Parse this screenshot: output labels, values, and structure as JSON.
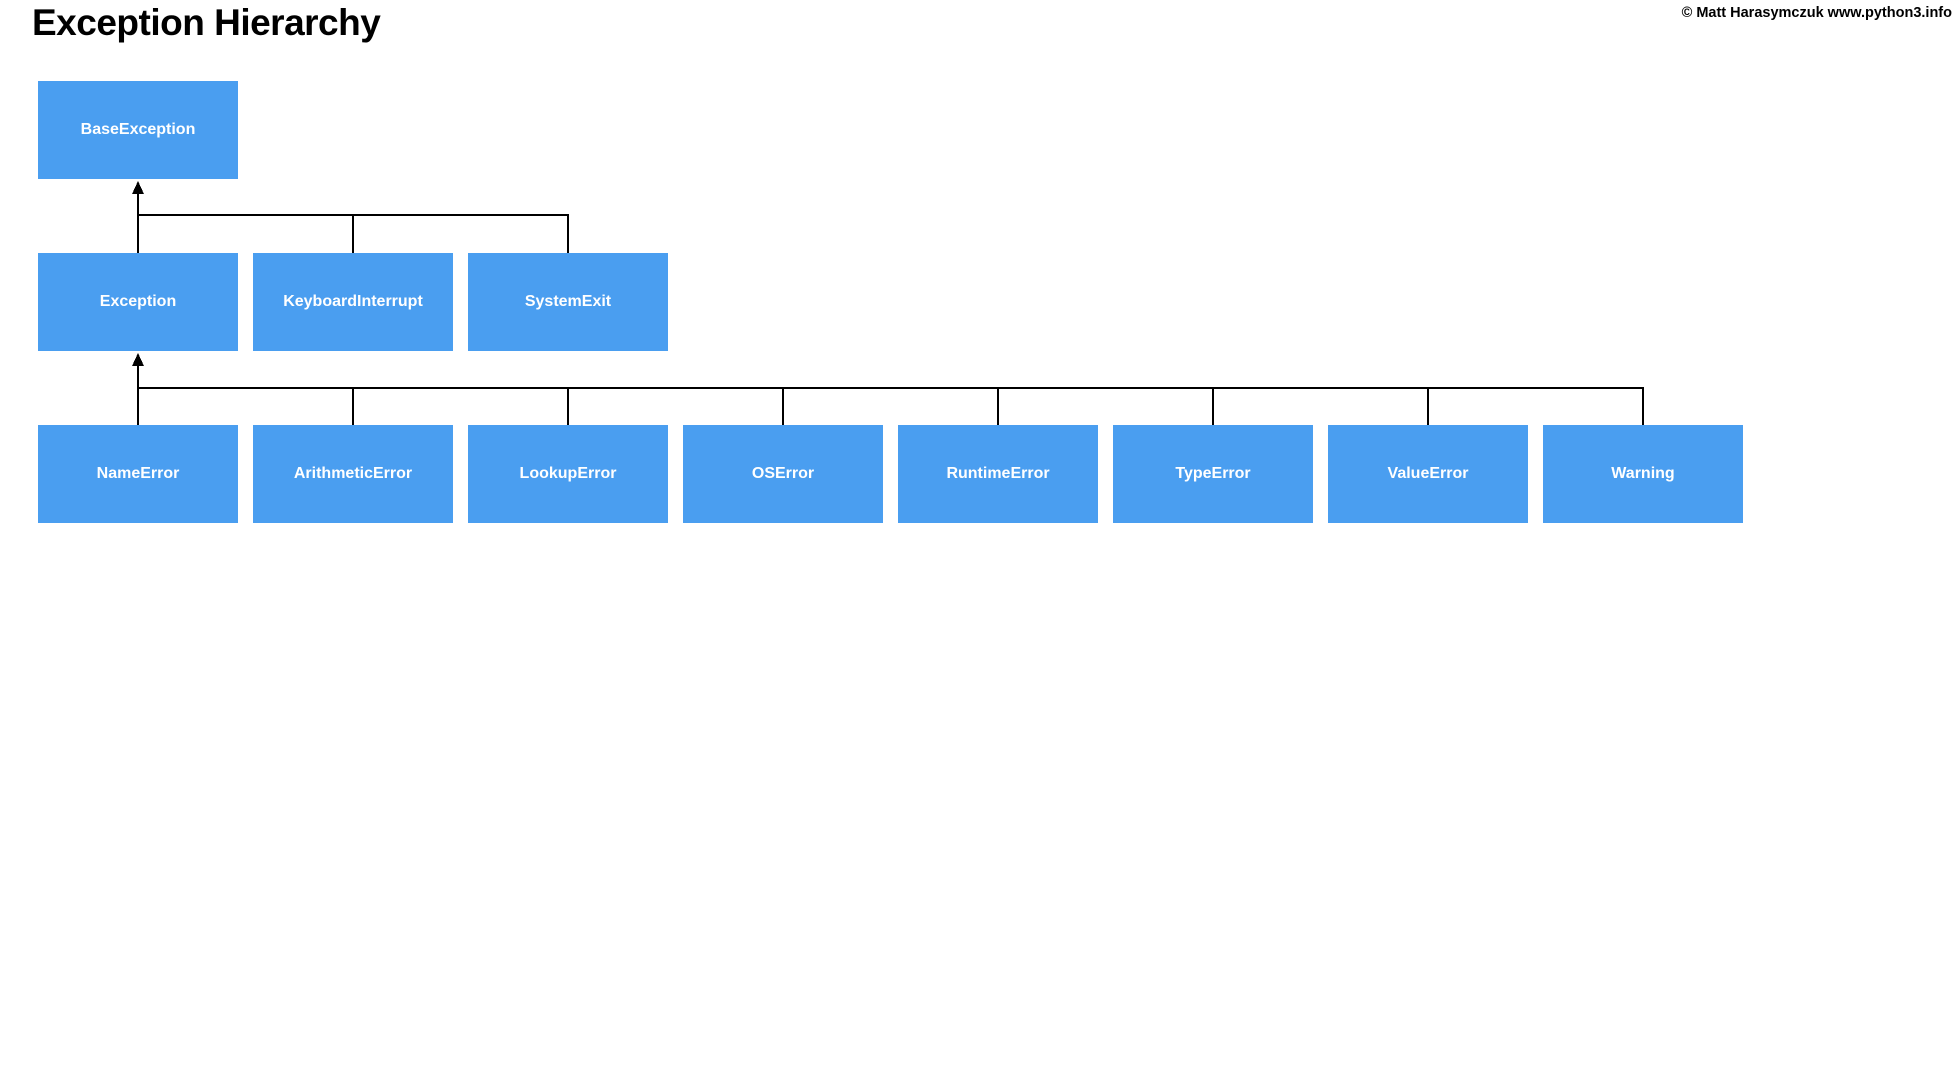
{
  "page": {
    "title": "Exception Hierarchy",
    "attribution": "© Matt Harasymczuk www.python3.info"
  },
  "colors": {
    "node_fill": "#4A9EF0",
    "node_text": "#FFFFFF",
    "connector": "#000000",
    "background": "#FFFFFF"
  },
  "diagram": {
    "type": "class-hierarchy",
    "root": "BaseException",
    "nodes": [
      {
        "label": "BaseException",
        "parent": null,
        "level": 0
      },
      {
        "label": "Exception",
        "parent": "BaseException",
        "level": 1
      },
      {
        "label": "KeyboardInterrupt",
        "parent": "BaseException",
        "level": 1
      },
      {
        "label": "SystemExit",
        "parent": "BaseException",
        "level": 1
      },
      {
        "label": "NameError",
        "parent": "Exception",
        "level": 2
      },
      {
        "label": "ArithmeticError",
        "parent": "Exception",
        "level": 2
      },
      {
        "label": "LookupError",
        "parent": "Exception",
        "level": 2
      },
      {
        "label": "OSError",
        "parent": "Exception",
        "level": 2
      },
      {
        "label": "RuntimeError",
        "parent": "Exception",
        "level": 2
      },
      {
        "label": "TypeError",
        "parent": "Exception",
        "level": 2
      },
      {
        "label": "ValueError",
        "parent": "Exception",
        "level": 2
      },
      {
        "label": "Warning",
        "parent": "Exception",
        "level": 2
      }
    ]
  }
}
